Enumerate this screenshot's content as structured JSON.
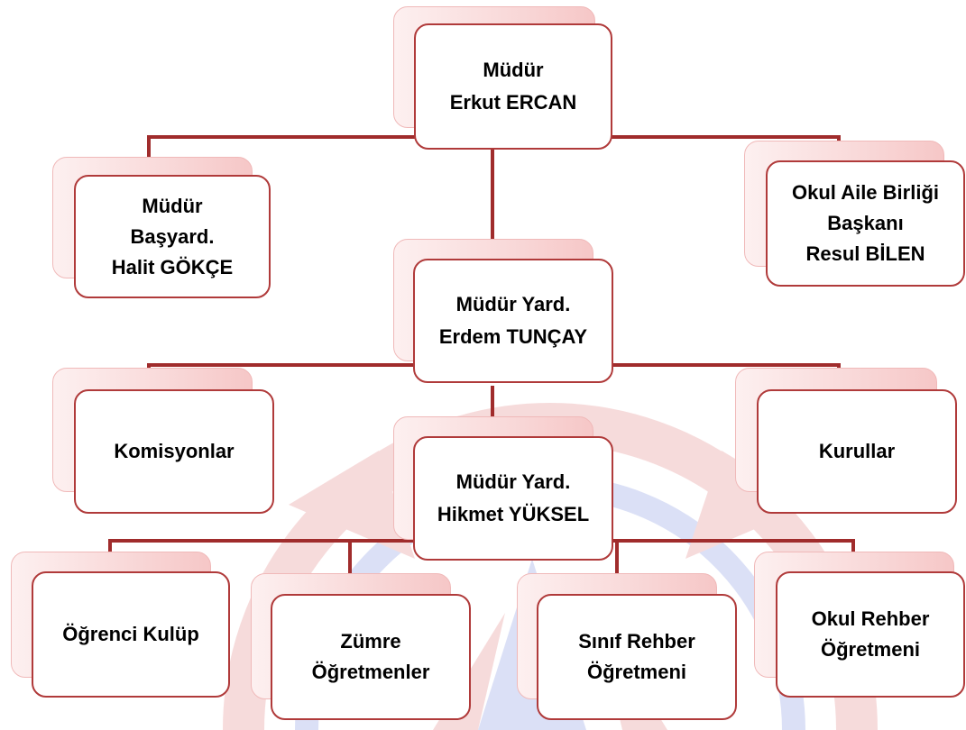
{
  "diagram": {
    "colors": {
      "connector": "#a02c2c",
      "card_border": "#b03a3a",
      "shadow": "#f7cccc"
    },
    "nodes": {
      "mudur": {
        "lines": [
          "Müdür",
          "Erkut ERCAN"
        ]
      },
      "basyard": {
        "lines": [
          "Müdür",
          "Başyard.",
          "Halit GÖKÇE"
        ]
      },
      "okul_aile": {
        "lines": [
          "Okul Aile Birliği",
          "Başkanı",
          "Resul BİLEN"
        ]
      },
      "yard_erdem": {
        "lines": [
          "Müdür Yard.",
          "Erdem TUNÇAY"
        ]
      },
      "komisyonlar": {
        "lines": [
          "Komisyonlar"
        ]
      },
      "kurullar": {
        "lines": [
          "Kurullar"
        ]
      },
      "yard_hikmet": {
        "lines": [
          "Müdür Yard.",
          "Hikmet YÜKSEL"
        ]
      },
      "ogrenci_kulup": {
        "lines": [
          "Öğrenci Kulüp"
        ]
      },
      "zumre": {
        "lines": [
          "Zümre",
          "Öğretmenler"
        ]
      },
      "sinif_rehber": {
        "lines": [
          "Sınıf Rehber",
          "Öğretmeni"
        ]
      },
      "okul_rehber": {
        "lines": [
          "Okul Rehber",
          "Öğretmeni"
        ]
      }
    }
  }
}
